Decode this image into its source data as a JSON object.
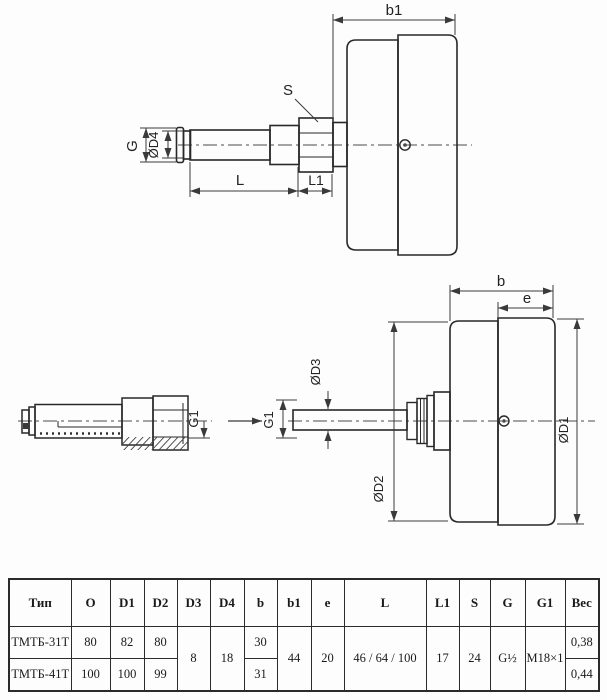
{
  "drawing_top": {
    "labels": {
      "b1": "b1",
      "s": "S",
      "g": "G",
      "d4": "ØD4",
      "l": "L",
      "l1": "L1"
    }
  },
  "drawing_bottom": {
    "labels": {
      "b": "b",
      "e": "e",
      "g1_well": "G1",
      "g1_stem": "G1",
      "d3": "ØD3",
      "d2": "ØD2",
      "d1": "ØD1"
    }
  },
  "table": {
    "headers": [
      "Тип",
      "O",
      "D1",
      "D2",
      "D3",
      "D4",
      "b",
      "b1",
      "e",
      "L",
      "L1",
      "S",
      "G",
      "G1",
      "Вес"
    ],
    "rows": [
      {
        "type": "ТМТБ-31Т",
        "diam": "80",
        "d1": "82",
        "d2": "80",
        "b": "30",
        "weight": "0,38"
      },
      {
        "type": "ТМТБ-41Т",
        "diam": "100",
        "d1": "100",
        "d2": "99",
        "b": "31",
        "weight": "0,44"
      }
    ],
    "shared": {
      "d3": "8",
      "d4": "18",
      "b1": "44",
      "e": "20",
      "l": "46 / 64 / 100",
      "l1": "17",
      "s": "24",
      "g": "G½",
      "g1": "M18×1"
    }
  },
  "colors": {
    "outline": "#282828",
    "dimension": "#3a3a3a",
    "centerline": "#4a4a4a",
    "background": "#fdfdfd"
  }
}
